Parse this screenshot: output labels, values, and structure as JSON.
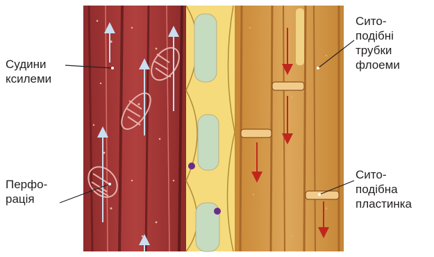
{
  "labels": {
    "xylem_vessels": [
      "Судини",
      "ксилеми"
    ],
    "perforation": [
      "Перфо-",
      "рація"
    ],
    "sieve_tubes": [
      "Сито-",
      "подібні",
      "трубки",
      "флоеми"
    ],
    "sieve_plate": [
      "Сито-",
      "подібна",
      "пластинка"
    ]
  },
  "colors": {
    "xylem": "#a8393a",
    "xylem_dark": "#7a2626",
    "cambium_yellow": "#f6db7c",
    "cambium_vacuole": "#c6dcc0",
    "phloem": "#d49a45",
    "phloem_wall": "#a8692a",
    "arrow_up": "#b9d4e8",
    "arrow_down": "#c0261e",
    "nucleus": "#6a2c8a"
  },
  "icons": [
    "arrow-up-icon",
    "arrow-down-icon"
  ]
}
